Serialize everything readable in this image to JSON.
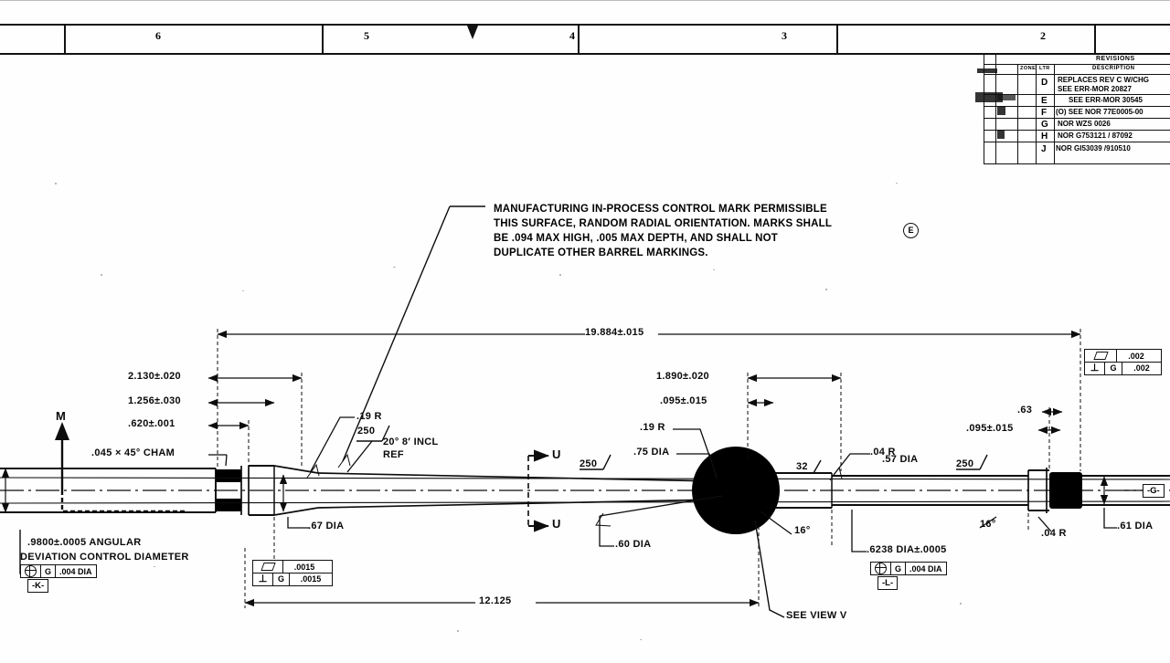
{
  "drawing": {
    "title": "Barrel assembly machining drawing (scanned blueprint)",
    "zone_numbers": [
      "6",
      "5",
      "4",
      "3",
      "2"
    ],
    "revisions": {
      "header_title": "REVISIONS",
      "columns": [
        "ZONE",
        "LTR",
        "DESCRIPTION"
      ],
      "rows": [
        {
          "ltr": "D",
          "description": "REPLACES  REV C  W/CHG",
          "description2": "SEE ERR-MOR 20827"
        },
        {
          "ltr": "E",
          "description": "SEE ERR-MOR 30545"
        },
        {
          "ltr": "F",
          "description": "(O) SEE NOR 77E0005-00"
        },
        {
          "ltr": "G",
          "description": "NOR WZS 0026"
        },
        {
          "ltr": "H",
          "description": "NOR G753121 / 87092"
        },
        {
          "ltr": "J",
          "description": "NOR GI53039 /910510"
        }
      ]
    },
    "main_note": {
      "lines": [
        "MANUFACTURING IN-PROCESS CONTROL MARK PERMISSIBLE",
        "THIS SURFACE, RANDOM RADIAL ORIENTATION. MARKS SHALL",
        "BE .094 MAX HIGH, .005 MAX DEPTH, AND SHALL NOT",
        "DUPLICATE OTHER BARREL MARKINGS."
      ],
      "revision_flag": "E"
    },
    "dimensions": {
      "overall_length": "19.884±.015",
      "left_1": "2.130±.020",
      "left_2": "1.256±.030",
      "left_3": ".620±.001",
      "chamfer": ".045 × 45° CHAM",
      "radius_19": ".19 R",
      "angle_incl": "20° 8′ INCL",
      "angle_incl_ref": "REF",
      "finish_250_a": "250",
      "finish_250_b": "250",
      "finish_250_c": "250",
      "finish_32": "32",
      "dia_67": ".67 DIA",
      "dia_75": ".75 DIA",
      "radius_19b": ".19 R",
      "mid_1": "1.890±.020",
      "mid_2": ".095±.015",
      "radius_04": ".04 R",
      "dia_57": ".57 DIA",
      "dia_60": ".60 DIA",
      "angle_16a": "16°",
      "angle_16b": "16°",
      "right_63": ".63",
      "right_095": ".095±.015",
      "radius_04b": ".04 R",
      "dia_61": ".61 DIA",
      "dia_6238": ".6238 DIA±.0005",
      "bottom_length": "12.125",
      "see_view": "SEE VIEW V",
      "angular_dia": ".9800±.0005 ANGULAR",
      "angular_dia_2": "DEVIATION CONTROL DIAMETER"
    },
    "section_marks": {
      "u_top": "U",
      "u_bottom": "U",
      "m_datum": "M"
    },
    "datums": {
      "k": "-K-",
      "l": "-L-",
      "g": "-G-"
    },
    "feature_controls": {
      "left_pos": {
        "symbol": "position",
        "tol": ".004 DIA",
        "datum": "G"
      },
      "left_flat": {
        "symbol": "flatness",
        "tol": ".0015"
      },
      "left_perp": {
        "symbol": "perpendicularity",
        "datum": "G",
        "tol": ".0015"
      },
      "right_pos": {
        "symbol": "position",
        "tol": ".004 DIA",
        "datum": "G"
      },
      "top_flat": {
        "symbol": "flatness",
        "tol": ".002"
      },
      "top_perp": {
        "symbol": "perpendicularity",
        "datum": "G",
        "tol": ".002"
      }
    }
  }
}
